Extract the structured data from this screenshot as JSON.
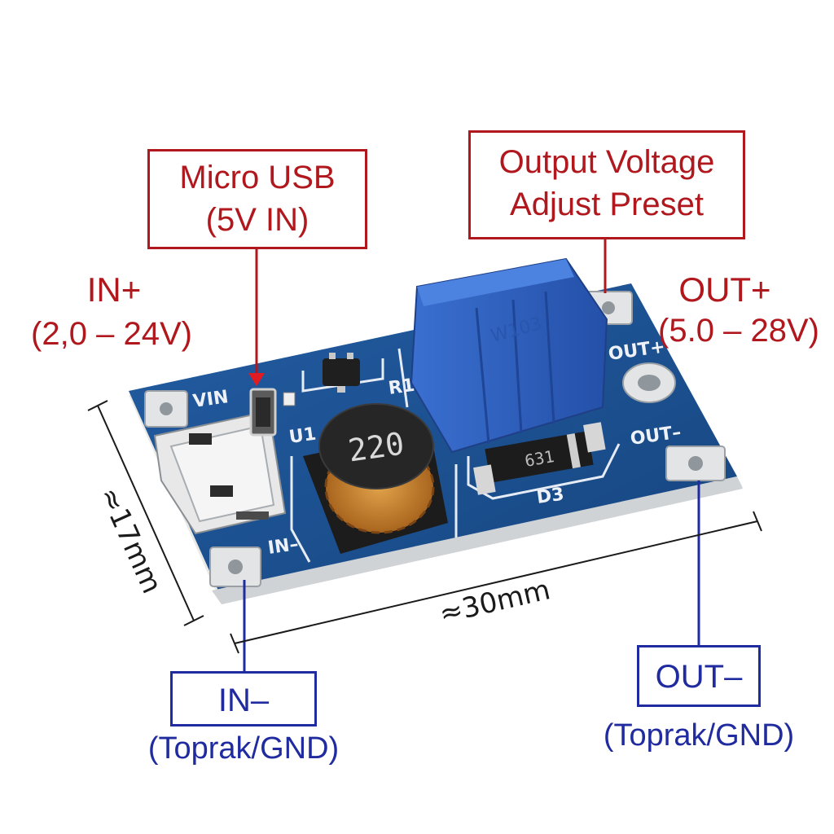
{
  "callouts": {
    "micro_usb": {
      "line1": "Micro USB",
      "line2": "(5V IN)"
    },
    "output_adjust": {
      "line1": "Output Voltage",
      "line2": "Adjust Preset"
    },
    "in_plus": {
      "title": "IN+",
      "range": "(2,0 – 24V)"
    },
    "out_plus": {
      "title": "OUT+",
      "range": "(5.0 – 28V)"
    },
    "in_minus": {
      "title": "IN–",
      "note": "(Toprak/GND)"
    },
    "out_minus": {
      "title": "OUT–",
      "note": "(Toprak/GND)"
    }
  },
  "dimensions": {
    "width": "≈30mm",
    "height": "≈17mm"
  },
  "silkscreen": {
    "vin": "VIN",
    "out_plus": "OUT+",
    "out_minus": "OUT–",
    "in_minus": "IN–",
    "r1": "R1",
    "u1": "U1",
    "d3": "D3"
  },
  "components": {
    "inductor_marking": "220",
    "diode_marking": "631"
  },
  "colors": {
    "label_red": "#b0181e",
    "label_blue": "#1f2b9e",
    "pcb_blue": "#1b4f8f",
    "potentiometer_blue": "#2f5fbf"
  }
}
